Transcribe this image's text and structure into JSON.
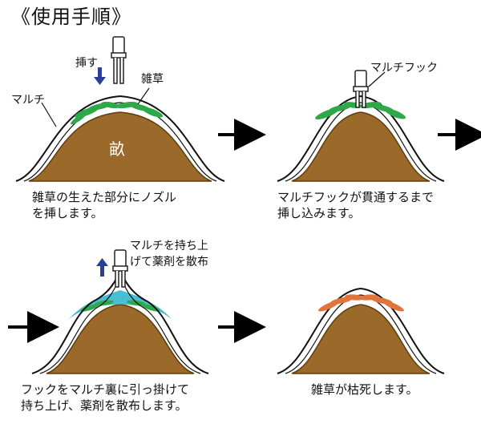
{
  "title": "《使用手順》",
  "step1": {
    "label_mulch": "マルチ",
    "label_insert": "挿す",
    "label_weeds": "雑草",
    "label_field": "畝",
    "caption_line1": "雑草の生えた部分にノズル",
    "caption_line2": "を挿します。"
  },
  "step2": {
    "label_hook": "マルチフック",
    "caption_line1": "マルチフックが貫通するまで",
    "caption_line2": "挿し込みます。"
  },
  "step3": {
    "label_line1": "マルチを持ち上",
    "label_line2": "げて薬剤を散布",
    "caption_line1": "フックをマルチ裏に引っ掛けて",
    "caption_line2": "持ち上げ、薬剤を散布します。"
  },
  "step4": {
    "caption_line1": "雑草が枯死します。"
  },
  "colors": {
    "soil": "#9b6a2b",
    "soil_edge": "#5e3c10",
    "weed_green": "#2fa84a",
    "weed_dead": "#e0743a",
    "spray": "#27b3c9",
    "arrow_blue": "#2a3e9a",
    "arrow_black": "#000000"
  }
}
